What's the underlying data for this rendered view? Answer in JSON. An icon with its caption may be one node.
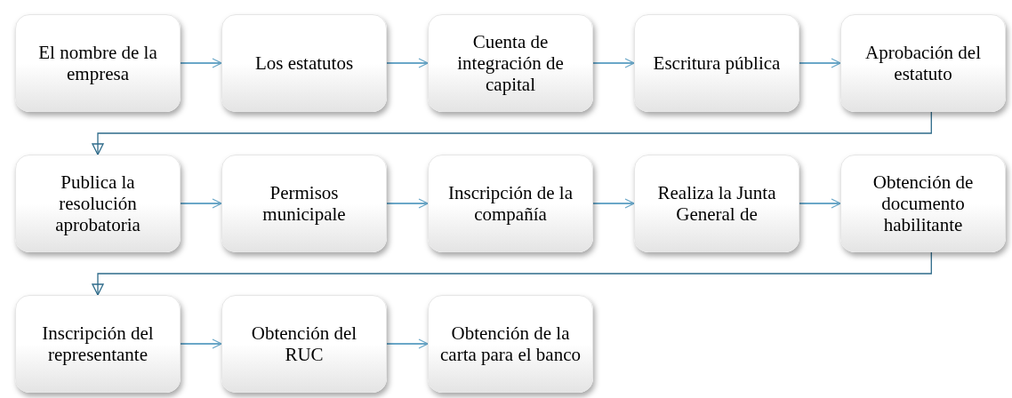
{
  "diagram": {
    "nodes": [
      {
        "text": [
          "El nombre de la empresa"
        ]
      },
      {
        "text": [
          "Los estatutos"
        ]
      },
      {
        "text": [
          "Cuenta de integración de capital"
        ]
      },
      {
        "text": [
          "Escritura pública"
        ]
      },
      {
        "text": [
          "Aprobación del estatuto"
        ]
      },
      {
        "text": [
          "Publica la resolución aprobatoria"
        ]
      },
      {
        "text": [
          "Permisos municipale"
        ]
      },
      {
        "text": [
          "Inscripción de la compañía"
        ]
      },
      {
        "text": [
          "Realiza la Junta General de"
        ]
      },
      {
        "text": [
          "Obtención de documento habilitante"
        ]
      },
      {
        "text": [
          "Inscripción del representante"
        ]
      },
      {
        "text": [
          "Obtención del RUC"
        ]
      },
      {
        "text": [
          "Obtención de la carta para el banco"
        ]
      }
    ],
    "edges": [
      {
        "from": 0,
        "to": 1,
        "arrow": "to"
      },
      {
        "from": 1,
        "to": 2,
        "arrow": "to"
      },
      {
        "from": 2,
        "to": 3,
        "arrow": "to"
      },
      {
        "from": 3,
        "to": 4,
        "arrow": "to"
      },
      {
        "from": 4,
        "to": 5,
        "arrow": "to"
      },
      {
        "from": 5,
        "to": 6,
        "arrow": "to"
      },
      {
        "from": 6,
        "to": 7,
        "arrow": "to"
      },
      {
        "from": 7,
        "to": 8,
        "arrow": "to"
      },
      {
        "from": 8,
        "to": 9,
        "arrow": "to"
      },
      {
        "from": 9,
        "to": 10,
        "arrow": "to"
      },
      {
        "from": 10,
        "to": 11,
        "arrow": "to"
      },
      {
        "from": 11,
        "to": 12,
        "arrow": "to"
      }
    ]
  }
}
